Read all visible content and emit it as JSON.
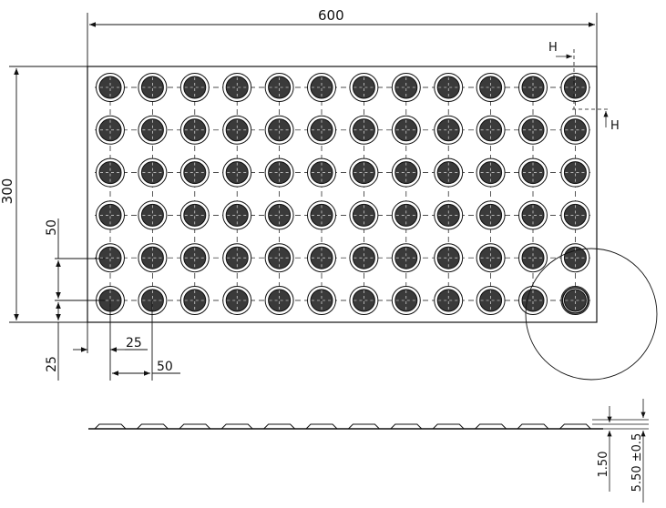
{
  "dimensions": {
    "width_label": "600",
    "height_label": "300",
    "pitch_vertical_label": "50",
    "pitch_horizontal_label": "50",
    "edge_offset_x_label": "25",
    "edge_offset_y_label": "25",
    "detail_h_top": "H",
    "detail_h_right": "H",
    "stud_height_label": "1.50",
    "plate_thickness_label": "5.50 ±0.5"
  },
  "grid": {
    "rows": 6,
    "columns": 12
  },
  "colors": {
    "stroke": "#111111",
    "stud_fill": "#3a3a3a",
    "background": "#ffffff"
  }
}
